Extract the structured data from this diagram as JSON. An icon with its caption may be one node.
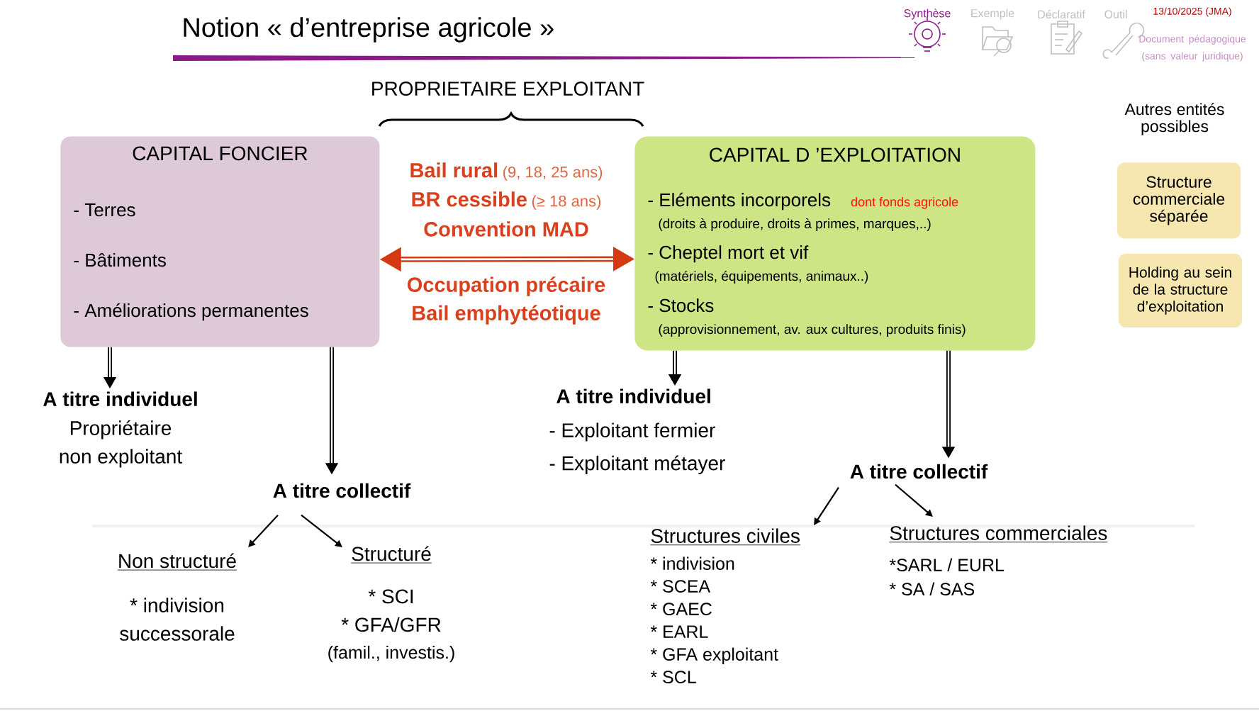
{
  "diagram": {
    "title": "Notion « d’entreprise agricole »",
    "nodes": [
      {
        "text": [
          "CAPITAL FONCIER",
          "- Terres",
          "- Bâtiments",
          "- Améliorations permanentes"
        ]
      },
      {
        "text": [
          "CAPITAL D ’EXPLOITATION",
          "- Eléments incorporels",
          "dont fonds agricole",
          "(droits à produire, droits à primes, marques,..)",
          "- Cheptel mort et vif",
          "(matériels, équipements, animaux..)",
          "- Stocks",
          "(approvisionnement, av. aux cultures, produits finis)"
        ]
      },
      {
        "text": [
          "A titre individuel",
          "Propriétaire non exploitant"
        ]
      },
      {
        "text": [
          "A titre collectif"
        ]
      },
      {
        "text": [
          "Non structuré",
          "* indivision successorale"
        ]
      },
      {
        "text": [
          "Structuré",
          "* SCI",
          "* GFA/GFR",
          "(famil., investis.)"
        ]
      },
      {
        "text": [
          "A titre individuel",
          "- Exploitant fermier",
          "- Exploitant métayer"
        ]
      },
      {
        "text": [
          "A titre collectif"
        ]
      },
      {
        "text": [
          "Structures civiles",
          "* indivision",
          "* SCEA",
          "* GAEC",
          "* EARL",
          "* GFA exploitant",
          "* SCL"
        ]
      },
      {
        "text": [
          "Structures commerciales",
          "*SARL / EURL",
          "* SA / SAS"
        ]
      },
      {
        "text": [
          "Structure commerciale séparée"
        ]
      },
      {
        "text": [
          "Holding au sein de la structure d’exploitation"
        ]
      }
    ],
    "edges": [
      {
        "from": 0,
        "to": 1,
        "arrow": "both",
        "color": "#d43a12"
      },
      {
        "from": 0,
        "to": 2,
        "arrow": "to"
      },
      {
        "from": 0,
        "to": 3,
        "arrow": "to"
      },
      {
        "from": 1,
        "to": 6,
        "arrow": "to"
      },
      {
        "from": 1,
        "to": 7,
        "arrow": "to"
      },
      {
        "from": 3,
        "to": 4,
        "arrow": "to"
      },
      {
        "from": 3,
        "to": 5,
        "arrow": "to"
      },
      {
        "from": 7,
        "to": 8,
        "arrow": "to"
      },
      {
        "from": 7,
        "to": 9,
        "arrow": "to"
      }
    ],
    "labels": [
      "Synthèse",
      "Exemple",
      "Déclaratif",
      "Outil",
      "13/10/2025 (JMA)",
      "Document pédagogique (sans valeur juridique)",
      "PROPRIETAIRE EXPLOITANT",
      "Autres entités possibles",
      "Bail rural",
      "(9, 18, 25 ans)",
      "BR cessible",
      "(≥ 18 ans)",
      "Convention MAD",
      "Occupation précaire",
      "Bail emphytéotique"
    ]
  }
}
